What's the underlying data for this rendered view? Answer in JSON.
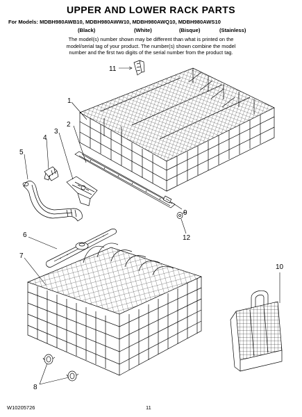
{
  "header": {
    "title": "UPPER AND LOWER RACK PARTS",
    "models_line": "For Models: MDBH980AWB10, MDBH980AWW10, MDBH980AWQ10, MDBH980AWS10",
    "colors": [
      "(Black)",
      "(White)",
      "(Bisque)",
      "(Stainless)"
    ]
  },
  "note": {
    "line1": "The model(s) number shown may be different than what is printed on the",
    "line2": "model/serial tag of your product. The number(s) shown combine the model",
    "line3": "number and the first two digits of the serial number from the product tag."
  },
  "callouts": [
    "1",
    "2",
    "3",
    "4",
    "5",
    "6",
    "7",
    "8",
    "9",
    "10",
    "11",
    "12"
  ],
  "footer": {
    "doc_number": "W10205726",
    "page_number": "11"
  }
}
